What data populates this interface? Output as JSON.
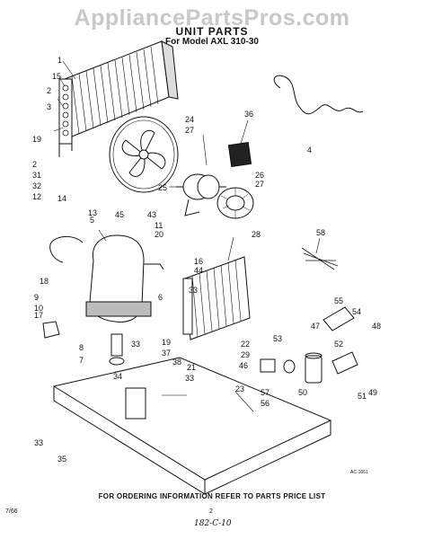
{
  "header": {
    "watermark": "AppliancePartsPros.com",
    "title": "UNIT PARTS",
    "model": "For Model AXL 310-30"
  },
  "footer": {
    "ordering_note": "FOR ORDERING INFORMATION REFER TO PARTS PRICE LIST",
    "page_number": "2",
    "left_code": "7/66",
    "stamp_code": "AC-1661",
    "handwritten": "182-C-10"
  },
  "callouts": [
    "1",
    "15",
    "2",
    "3",
    "19",
    "2",
    "31",
    "32",
    "12",
    "14",
    "13",
    "24",
    "27",
    "36",
    "4",
    "26",
    "27",
    "25",
    "45",
    "43",
    "11",
    "20",
    "28",
    "58",
    "5",
    "18",
    "16",
    "44",
    "33",
    "6",
    "9",
    "10",
    "17",
    "8",
    "7",
    "33",
    "19",
    "37",
    "38",
    "22",
    "29",
    "53",
    "55",
    "54",
    "47",
    "48",
    "52",
    "46",
    "50",
    "57",
    "56",
    "51",
    "49",
    "21",
    "34",
    "33",
    "23",
    "33",
    "35"
  ]
}
